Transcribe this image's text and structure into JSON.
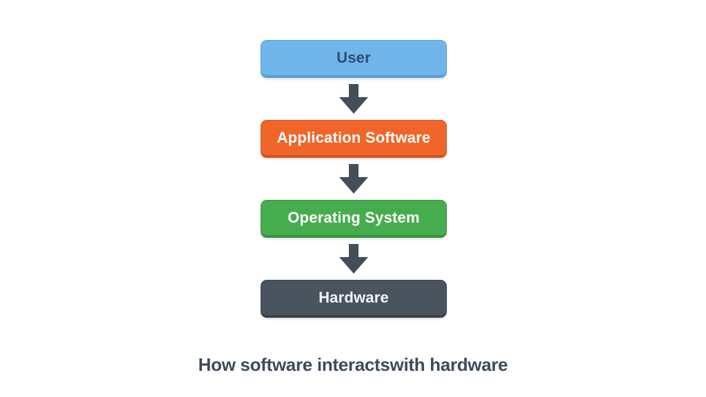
{
  "diagram": {
    "title_hidden": "",
    "boxes": [
      {
        "label": "User",
        "fill": "#6FB5E9",
        "border": "#58A0D8",
        "text_color": "#2F4E6E"
      },
      {
        "label": "Application Software",
        "fill": "#F0662A",
        "border": "#D4541D",
        "text_color": "#FFFFFF"
      },
      {
        "label": "Operating System",
        "fill": "#46AD4F",
        "border": "#38923F",
        "text_color": "#FFFFFF"
      },
      {
        "label": "Hardware",
        "fill": "#4A545F",
        "border": "#39424C",
        "text_color": "#F3F5F7"
      }
    ],
    "arrow_color": "#434E5A",
    "caption": {
      "text": "How software interactswith hardware",
      "color": "#3E4B5C"
    }
  },
  "colors": {
    "background": "#FFFFFF"
  }
}
